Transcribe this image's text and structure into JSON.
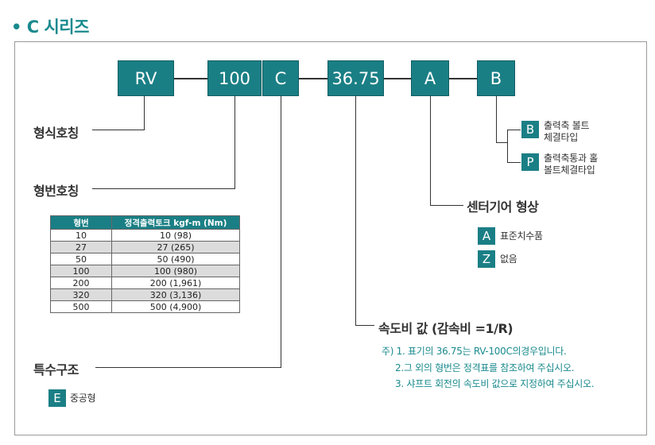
{
  "title": "• C 시리즈",
  "codes": {
    "rv": "RV",
    "size": "100",
    "series": "C",
    "ratio": "36.75",
    "gear": "A",
    "bolt": "B"
  },
  "labels": {
    "model_name": "형식호칭",
    "frame_no": "형번호칭",
    "special": "특수구조",
    "gear_shape": "센터기어 형상",
    "speed_ratio": "속도비 값 (감속비 =1/R)"
  },
  "bolt_options": [
    {
      "code": "B",
      "line1": "출력축 볼트",
      "line2": "체결타입"
    },
    {
      "code": "P",
      "line1": "출력축통과 홀",
      "line2": "볼트체결타입"
    }
  ],
  "gear_options": [
    {
      "code": "A",
      "text": "표준치수품"
    },
    {
      "code": "Z",
      "text": "없음"
    }
  ],
  "special_options": [
    {
      "code": "E",
      "text": "중공형"
    }
  ],
  "table": {
    "headers": [
      "형번",
      "정격출력토크 kgf-m (Nm)"
    ],
    "rows": [
      [
        "10",
        "10      (98)"
      ],
      [
        "27",
        "27      (265)"
      ],
      [
        "50",
        "50      (490)"
      ],
      [
        "100",
        "100      (980)"
      ],
      [
        "200",
        "200 (1,961)"
      ],
      [
        "320",
        "320 (3,136)"
      ],
      [
        "500",
        "500 (4,900)"
      ]
    ]
  },
  "notes": {
    "n1": "주) 1. 표기의 36.75는 RV-100C의경우입니다.",
    "n2": "2.그 외의 형번은 정격표를 참조하여 주십시오.",
    "n3": "3. 샤프트 회전의 속도비 값으로 지정하여 주십시오."
  },
  "colors": {
    "accent": "#1a7f85",
    "title": "#1a8a8e"
  }
}
